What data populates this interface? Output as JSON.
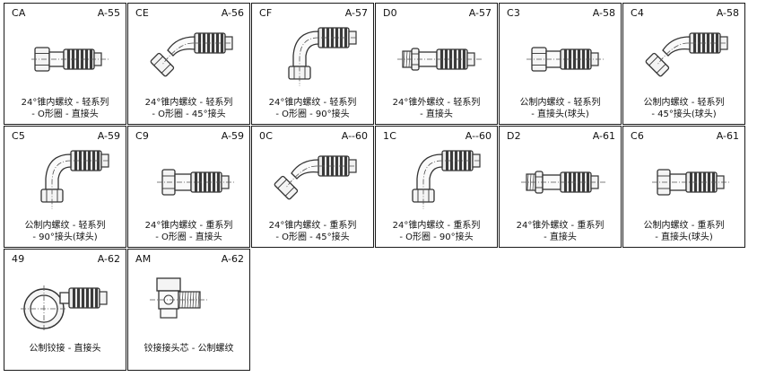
{
  "fittings": [
    {
      "code": "CA",
      "page": "A-55",
      "line1": "24°锥内螺纹 - 轻系列",
      "line2": "- O形圈 - 直接头",
      "shape": "straight-nut"
    },
    {
      "code": "CE",
      "page": "A-56",
      "line1": "24°锥内螺纹 - 轻系列",
      "line2": "- O形圈 - 45°接头",
      "shape": "elbow45-nut"
    },
    {
      "code": "CF",
      "page": "A-57",
      "line1": "24°锥内螺纹 - 轻系列",
      "line2": "- O形圈 - 90°接头",
      "shape": "elbow90-nut"
    },
    {
      "code": "D0",
      "page": "A-57",
      "line1": "24°锥外螺纹 - 轻系列",
      "line2": "- 直接头",
      "shape": "straight-male"
    },
    {
      "code": "C3",
      "page": "A-58",
      "line1": "公制内螺纹 - 轻系列",
      "line2": "- 直接头(球头)",
      "shape": "straight-nut-ball"
    },
    {
      "code": "C4",
      "page": "A-58",
      "line1": "公制内螺纹 - 轻系列",
      "line2": "- 45°接头(球头)",
      "shape": "elbow45-nut"
    },
    {
      "code": "C5",
      "page": "A-59",
      "line1": "公制内螺纹 - 轻系列",
      "line2": "- 90°接头(球头)",
      "shape": "elbow90-nut"
    },
    {
      "code": "C9",
      "page": "A-59",
      "line1": "24°锥内螺纹 - 重系列",
      "line2": "- O形圈 - 直接头",
      "shape": "straight-nut-heavy"
    },
    {
      "code": "0C",
      "page": "A--60",
      "line1": "24°锥内螺纹 - 重系列",
      "line2": "- O形圈 - 45°接头",
      "shape": "elbow45-nut"
    },
    {
      "code": "1C",
      "page": "A--60",
      "line1": "24°锥内螺纹 - 重系列",
      "line2": "- O形圈 - 90°接头",
      "shape": "elbow90-nut"
    },
    {
      "code": "D2",
      "page": "A-61",
      "line1": "24°锥外螺纹 - 重系列",
      "line2": "- 直接头",
      "shape": "straight-male"
    },
    {
      "code": "C6",
      "page": "A-61",
      "line1": "公制内螺纹 - 重系列",
      "line2": "- 直接头(球头)",
      "shape": "straight-nut-heavy"
    },
    {
      "code": "49",
      "page": "A-62",
      "line1": "公制铰接 - 直接头",
      "line2": "",
      "shape": "banjo"
    },
    {
      "code": "AM",
      "page": "A-62",
      "line1": "铰接接头芯 - 公制螺纹",
      "line2": "",
      "shape": "banjo-bolt"
    }
  ]
}
